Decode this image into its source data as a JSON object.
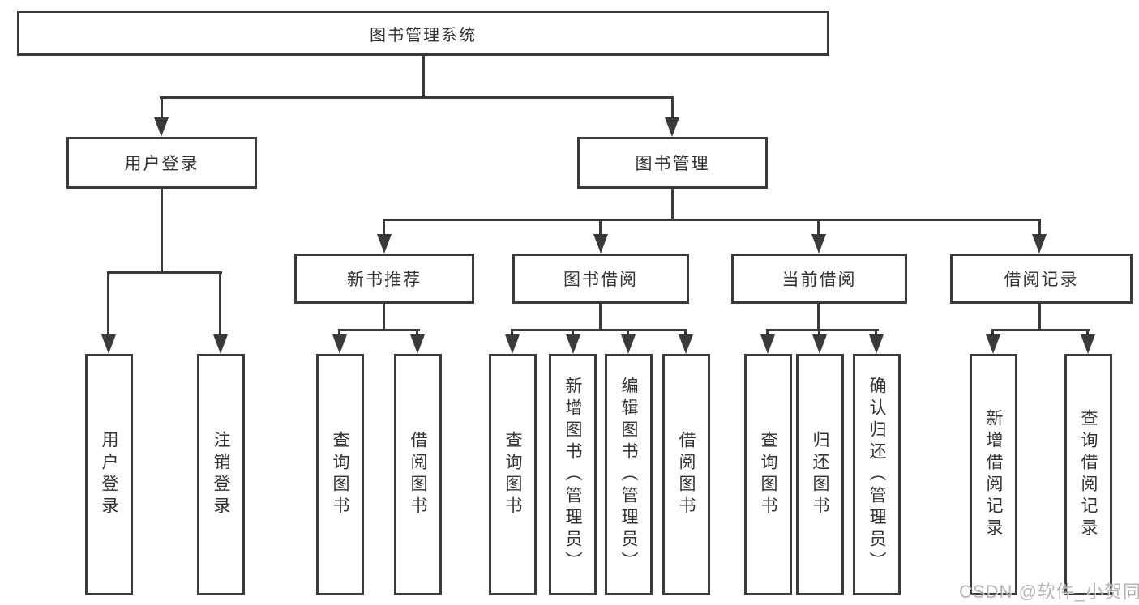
{
  "diagram": {
    "type": "tree",
    "root": {
      "label": "图书管理系统"
    },
    "level2": [
      {
        "label": "用户登录",
        "parent": "图书管理系统"
      },
      {
        "label": "图书管理",
        "parent": "图书管理系统"
      }
    ],
    "level3": [
      {
        "label": "新书推荐",
        "parent": "图书管理"
      },
      {
        "label": "图书借阅",
        "parent": "图书管理"
      },
      {
        "label": "当前借阅",
        "parent": "图书管理"
      },
      {
        "label": "借阅记录",
        "parent": "图书管理"
      }
    ],
    "leaves": [
      {
        "label": "用户登录",
        "parent": "用户登录"
      },
      {
        "label": "注销登录",
        "parent": "用户登录"
      },
      {
        "label": "查询图书",
        "parent": "新书推荐"
      },
      {
        "label": "借阅图书",
        "parent": "新书推荐"
      },
      {
        "label": "查询图书",
        "parent": "图书借阅"
      },
      {
        "label": "新增图书（管理员）",
        "parent": "图书借阅"
      },
      {
        "label": "编辑图书（管理员）",
        "parent": "图书借阅"
      },
      {
        "label": "借阅图书",
        "parent": "图书借阅"
      },
      {
        "label": "查询图书",
        "parent": "当前借阅"
      },
      {
        "label": "归还图书",
        "parent": "当前借阅"
      },
      {
        "label": "确认归还（管理员）",
        "parent": "当前借阅"
      },
      {
        "label": "新增借阅记录",
        "parent": "借阅记录"
      },
      {
        "label": "查询借阅记录",
        "parent": "借阅记录"
      }
    ]
  },
  "watermark": {
    "text": "CSDN @软件_小贺同学"
  },
  "colors": {
    "line": "#3a3a3a",
    "text": "#333333",
    "background": "#ffffff",
    "watermark": "#a8a8a8"
  }
}
